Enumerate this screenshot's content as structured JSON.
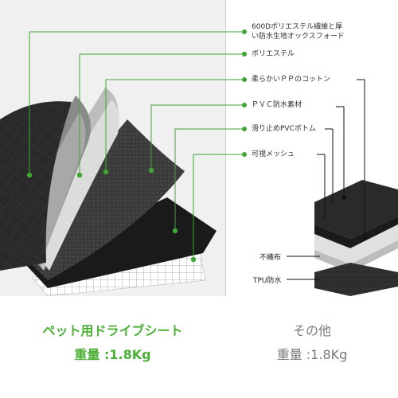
{
  "labels": [
    {
      "line1": "600Dポリエステル繊維と厚",
      "line2": "い防水生地オックスフォード"
    },
    {
      "line1": "ポリエステル"
    },
    {
      "line1": "柔らかいＰＰのコットン"
    },
    {
      "line1": "ＰＶＣ防水素材"
    },
    {
      "line1": "滑り止めPVCボトム"
    },
    {
      "line1": "可視メッシュ"
    }
  ],
  "other_labels": {
    "nonwoven": "不織布",
    "tpu": "TPU防水"
  },
  "product": {
    "title": "ペット用ドライブシート",
    "weight": "重量 :1.8Kg"
  },
  "other": {
    "title": "その他",
    "weight": "重量 :1.8Kg"
  },
  "colors": {
    "accent": "#3fa535",
    "title_green": "#4caf36",
    "gray_text": "#7a7a7a"
  }
}
